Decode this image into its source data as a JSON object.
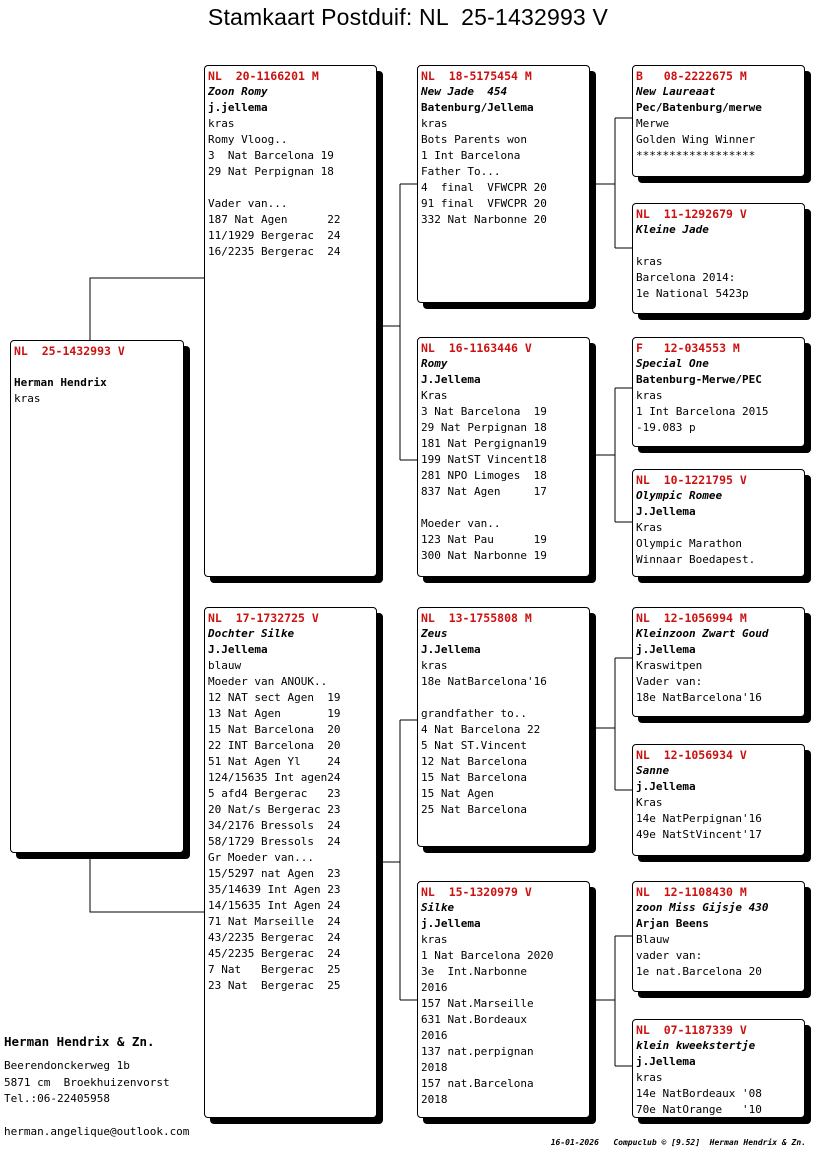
{
  "title": "Stamkaart Postduif: NL  25-1432993 V",
  "cards": [
    {
      "id": "subject",
      "ring": "NL  25-1432993 V",
      "lines": [
        {
          "t": "",
          "s": ""
        },
        {
          "t": "Herman Hendrix",
          "s": "ow"
        },
        {
          "t": "kras",
          "s": ""
        }
      ]
    },
    {
      "id": "father",
      "ring": "NL  20-1166201 M",
      "lines": [
        {
          "t": "Zoon Romy",
          "s": "nm"
        },
        {
          "t": "j.jellema",
          "s": "ow"
        },
        {
          "t": "kras",
          "s": ""
        },
        {
          "t": "Romy Vloog..",
          "s": ""
        },
        {
          "t": "3  Nat Barcelona 19",
          "s": ""
        },
        {
          "t": "29 Nat Perpignan 18",
          "s": ""
        },
        {
          "t": "",
          "s": ""
        },
        {
          "t": "Vader van...",
          "s": ""
        },
        {
          "t": "187 Nat Agen      22",
          "s": ""
        },
        {
          "t": "11/1929 Bergerac  24",
          "s": ""
        },
        {
          "t": "16/2235 Bergerac  24",
          "s": ""
        }
      ]
    },
    {
      "id": "mother",
      "ring": "NL  17-1732725 V",
      "lines": [
        {
          "t": "Dochter Silke",
          "s": "nm"
        },
        {
          "t": "J.Jellema",
          "s": "ow"
        },
        {
          "t": "blauw",
          "s": ""
        },
        {
          "t": "Moeder van ANOUK..",
          "s": ""
        },
        {
          "t": "12 NAT sect Agen  19",
          "s": ""
        },
        {
          "t": "13 Nat Agen       19",
          "s": ""
        },
        {
          "t": "15 Nat Barcelona  20",
          "s": ""
        },
        {
          "t": "22 INT Barcelona  20",
          "s": ""
        },
        {
          "t": "51 Nat Agen Yl    24",
          "s": ""
        },
        {
          "t": "124/15635 Int agen24",
          "s": ""
        },
        {
          "t": "5 afd4 Bergerac   23",
          "s": ""
        },
        {
          "t": "20 Nat/s Bergerac 23",
          "s": ""
        },
        {
          "t": "34/2176 Bressols  24",
          "s": ""
        },
        {
          "t": "58/1729 Bressols  24",
          "s": ""
        },
        {
          "t": "Gr Moeder van...",
          "s": ""
        },
        {
          "t": "15/5297 nat Agen  23",
          "s": ""
        },
        {
          "t": "35/14639 Int Agen 23",
          "s": ""
        },
        {
          "t": "14/15635 Int Agen 24",
          "s": ""
        },
        {
          "t": "71 Nat Marseille  24",
          "s": ""
        },
        {
          "t": "43/2235 Bergerac  24",
          "s": ""
        },
        {
          "t": "45/2235 Bergerac  24",
          "s": ""
        },
        {
          "t": "7 Nat   Bergerac  25",
          "s": ""
        },
        {
          "t": "23 Nat  Bergerac  25",
          "s": ""
        }
      ]
    },
    {
      "id": "ff",
      "ring": "NL  18-5175454 M",
      "lines": [
        {
          "t": "New Jade  454",
          "s": "nm"
        },
        {
          "t": "Batenburg/Jellema",
          "s": "ow"
        },
        {
          "t": "kras",
          "s": ""
        },
        {
          "t": "Bots Parents won",
          "s": ""
        },
        {
          "t": "1 Int Barcelona",
          "s": ""
        },
        {
          "t": "Father To...",
          "s": ""
        },
        {
          "t": "4  final  VFWCPR 20",
          "s": ""
        },
        {
          "t": "91 final  VFWCPR 20",
          "s": ""
        },
        {
          "t": "332 Nat Narbonne 20",
          "s": ""
        }
      ]
    },
    {
      "id": "fm",
      "ring": "NL  16-1163446 V",
      "lines": [
        {
          "t": "Romy",
          "s": "nm"
        },
        {
          "t": "J.Jellema",
          "s": "ow"
        },
        {
          "t": "Kras",
          "s": ""
        },
        {
          "t": "3 Nat Barcelona  19",
          "s": ""
        },
        {
          "t": "29 Nat Perpignan 18",
          "s": ""
        },
        {
          "t": "181 Nat Pergignan19",
          "s": ""
        },
        {
          "t": "199 NatST Vincent18",
          "s": ""
        },
        {
          "t": "281 NPO Limoges  18",
          "s": ""
        },
        {
          "t": "837 Nat Agen     17",
          "s": ""
        },
        {
          "t": "",
          "s": ""
        },
        {
          "t": "Moeder van..",
          "s": ""
        },
        {
          "t": "123 Nat Pau      19",
          "s": ""
        },
        {
          "t": "300 Nat Narbonne 19",
          "s": ""
        }
      ]
    },
    {
      "id": "mf",
      "ring": "NL  13-1755808 M",
      "lines": [
        {
          "t": "Zeus",
          "s": "nm"
        },
        {
          "t": "J.Jellema",
          "s": "ow"
        },
        {
          "t": "kras",
          "s": ""
        },
        {
          "t": "18e NatBarcelona'16",
          "s": ""
        },
        {
          "t": "",
          "s": ""
        },
        {
          "t": "grandfather to..",
          "s": ""
        },
        {
          "t": "4 Nat Barcelona 22",
          "s": ""
        },
        {
          "t": "5 Nat ST.Vincent",
          "s": ""
        },
        {
          "t": "12 Nat Barcelona",
          "s": ""
        },
        {
          "t": "15 Nat Barcelona",
          "s": ""
        },
        {
          "t": "15 Nat Agen",
          "s": ""
        },
        {
          "t": "25 Nat Barcelona",
          "s": ""
        }
      ]
    },
    {
      "id": "mm",
      "ring": "NL  15-1320979 V",
      "lines": [
        {
          "t": "Silke",
          "s": "nm"
        },
        {
          "t": "j.Jellema",
          "s": "ow"
        },
        {
          "t": "kras",
          "s": ""
        },
        {
          "t": "1 Nat Barcelona 2020",
          "s": ""
        },
        {
          "t": "3e  Int.Narbonne",
          "s": ""
        },
        {
          "t": "2016",
          "s": ""
        },
        {
          "t": "157 Nat.Marseille",
          "s": ""
        },
        {
          "t": "631 Nat.Bordeaux",
          "s": ""
        },
        {
          "t": "2016",
          "s": ""
        },
        {
          "t": "137 nat.perpignan",
          "s": ""
        },
        {
          "t": "2018",
          "s": ""
        },
        {
          "t": "157 nat.Barcelona",
          "s": ""
        },
        {
          "t": "2018",
          "s": ""
        }
      ]
    },
    {
      "id": "fff",
      "ring": "B   08-2222675 M",
      "lines": [
        {
          "t": "New Laureaat",
          "s": "nm"
        },
        {
          "t": "Pec/Batenburg/merwe",
          "s": "ow"
        },
        {
          "t": "Merwe",
          "s": ""
        },
        {
          "t": "Golden Wing Winner",
          "s": ""
        },
        {
          "t": "******************",
          "s": ""
        }
      ]
    },
    {
      "id": "ffm",
      "ring": "NL  11-1292679 V",
      "lines": [
        {
          "t": "Kleine Jade",
          "s": "nm"
        },
        {
          "t": "",
          "s": ""
        },
        {
          "t": "kras",
          "s": ""
        },
        {
          "t": "Barcelona 2014:",
          "s": ""
        },
        {
          "t": "1e National 5423p",
          "s": ""
        }
      ]
    },
    {
      "id": "fmf",
      "ring": "F   12-034553 M",
      "lines": [
        {
          "t": "Special One",
          "s": "nm"
        },
        {
          "t": "Batenburg-Merwe/PEC",
          "s": "ow"
        },
        {
          "t": "kras",
          "s": ""
        },
        {
          "t": "1 Int Barcelona 2015",
          "s": ""
        },
        {
          "t": "-19.083 p",
          "s": ""
        }
      ]
    },
    {
      "id": "fmm",
      "ring": "NL  10-1221795 V",
      "lines": [
        {
          "t": "Olympic Romee",
          "s": "nm"
        },
        {
          "t": "J.Jellema",
          "s": "ow"
        },
        {
          "t": "Kras",
          "s": ""
        },
        {
          "t": "Olympic Marathon",
          "s": ""
        },
        {
          "t": "Winnaar Boedapest.",
          "s": ""
        }
      ]
    },
    {
      "id": "mff",
      "ring": "NL  12-1056994 M",
      "lines": [
        {
          "t": "Kleinzoon Zwart Goud",
          "s": "nm"
        },
        {
          "t": "j.Jellema",
          "s": "ow"
        },
        {
          "t": "Kraswitpen",
          "s": ""
        },
        {
          "t": "Vader van:",
          "s": ""
        },
        {
          "t": "18e NatBarcelona'16",
          "s": ""
        }
      ]
    },
    {
      "id": "mfm",
      "ring": "NL  12-1056934 V",
      "lines": [
        {
          "t": "Sanne",
          "s": "nm"
        },
        {
          "t": "j.Jellema",
          "s": "ow"
        },
        {
          "t": "Kras",
          "s": ""
        },
        {
          "t": "14e NatPerpignan'16",
          "s": ""
        },
        {
          "t": "49e NatStVincent'17",
          "s": ""
        }
      ]
    },
    {
      "id": "mmf",
      "ring": "NL  12-1108430 M",
      "lines": [
        {
          "t": "zoon Miss Gijsje 430",
          "s": "nm"
        },
        {
          "t": "Arjan Beens",
          "s": "ow"
        },
        {
          "t": "Blauw",
          "s": ""
        },
        {
          "t": "vader van:",
          "s": ""
        },
        {
          "t": "1e nat.Barcelona 20",
          "s": ""
        }
      ]
    },
    {
      "id": "mmm",
      "ring": "NL  07-1187339 V",
      "lines": [
        {
          "t": "klein kweekstertje",
          "s": "nm"
        },
        {
          "t": "j.Jellema",
          "s": "ow"
        },
        {
          "t": "kras",
          "s": ""
        },
        {
          "t": "14e NatBordeaux '08",
          "s": ""
        },
        {
          "t": "70e NatOrange   '10",
          "s": ""
        }
      ]
    }
  ],
  "owner": {
    "name": "Herman Hendrix & Zn.",
    "address": "Beerendonckerweg 1b",
    "city": "5871 cm  Broekhuizenvorst",
    "phone": "Tel.:06-22405958",
    "email": "herman.angelique@outlook.com"
  },
  "footer": "16-01-2026   Compuclub © [9.52]  Herman Hendrix & Zn."
}
